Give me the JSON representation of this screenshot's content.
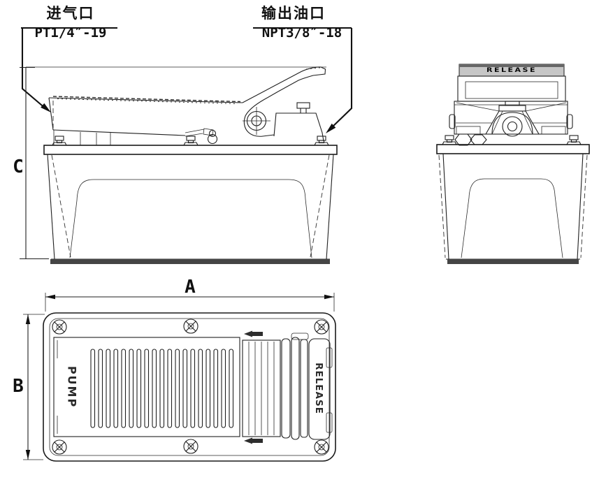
{
  "drawing": {
    "ports": {
      "air_inlet_label": "进气口",
      "air_inlet_spec": "PT1/4″-19",
      "oil_outlet_label": "输出油口",
      "oil_outlet_spec": "NPT3/8″-18"
    },
    "dimensions": {
      "overall_length": "A",
      "overall_width": "B",
      "overall_height": "C"
    },
    "markings": {
      "pump": "PUMP",
      "release_top_view": "RELEASE",
      "release_side_view": "RELEASE"
    },
    "colors": {
      "line": "#1f1f1f",
      "background": "#ffffff",
      "pedal_band": "#c6c6c6",
      "dark_fill": "#454545"
    }
  }
}
